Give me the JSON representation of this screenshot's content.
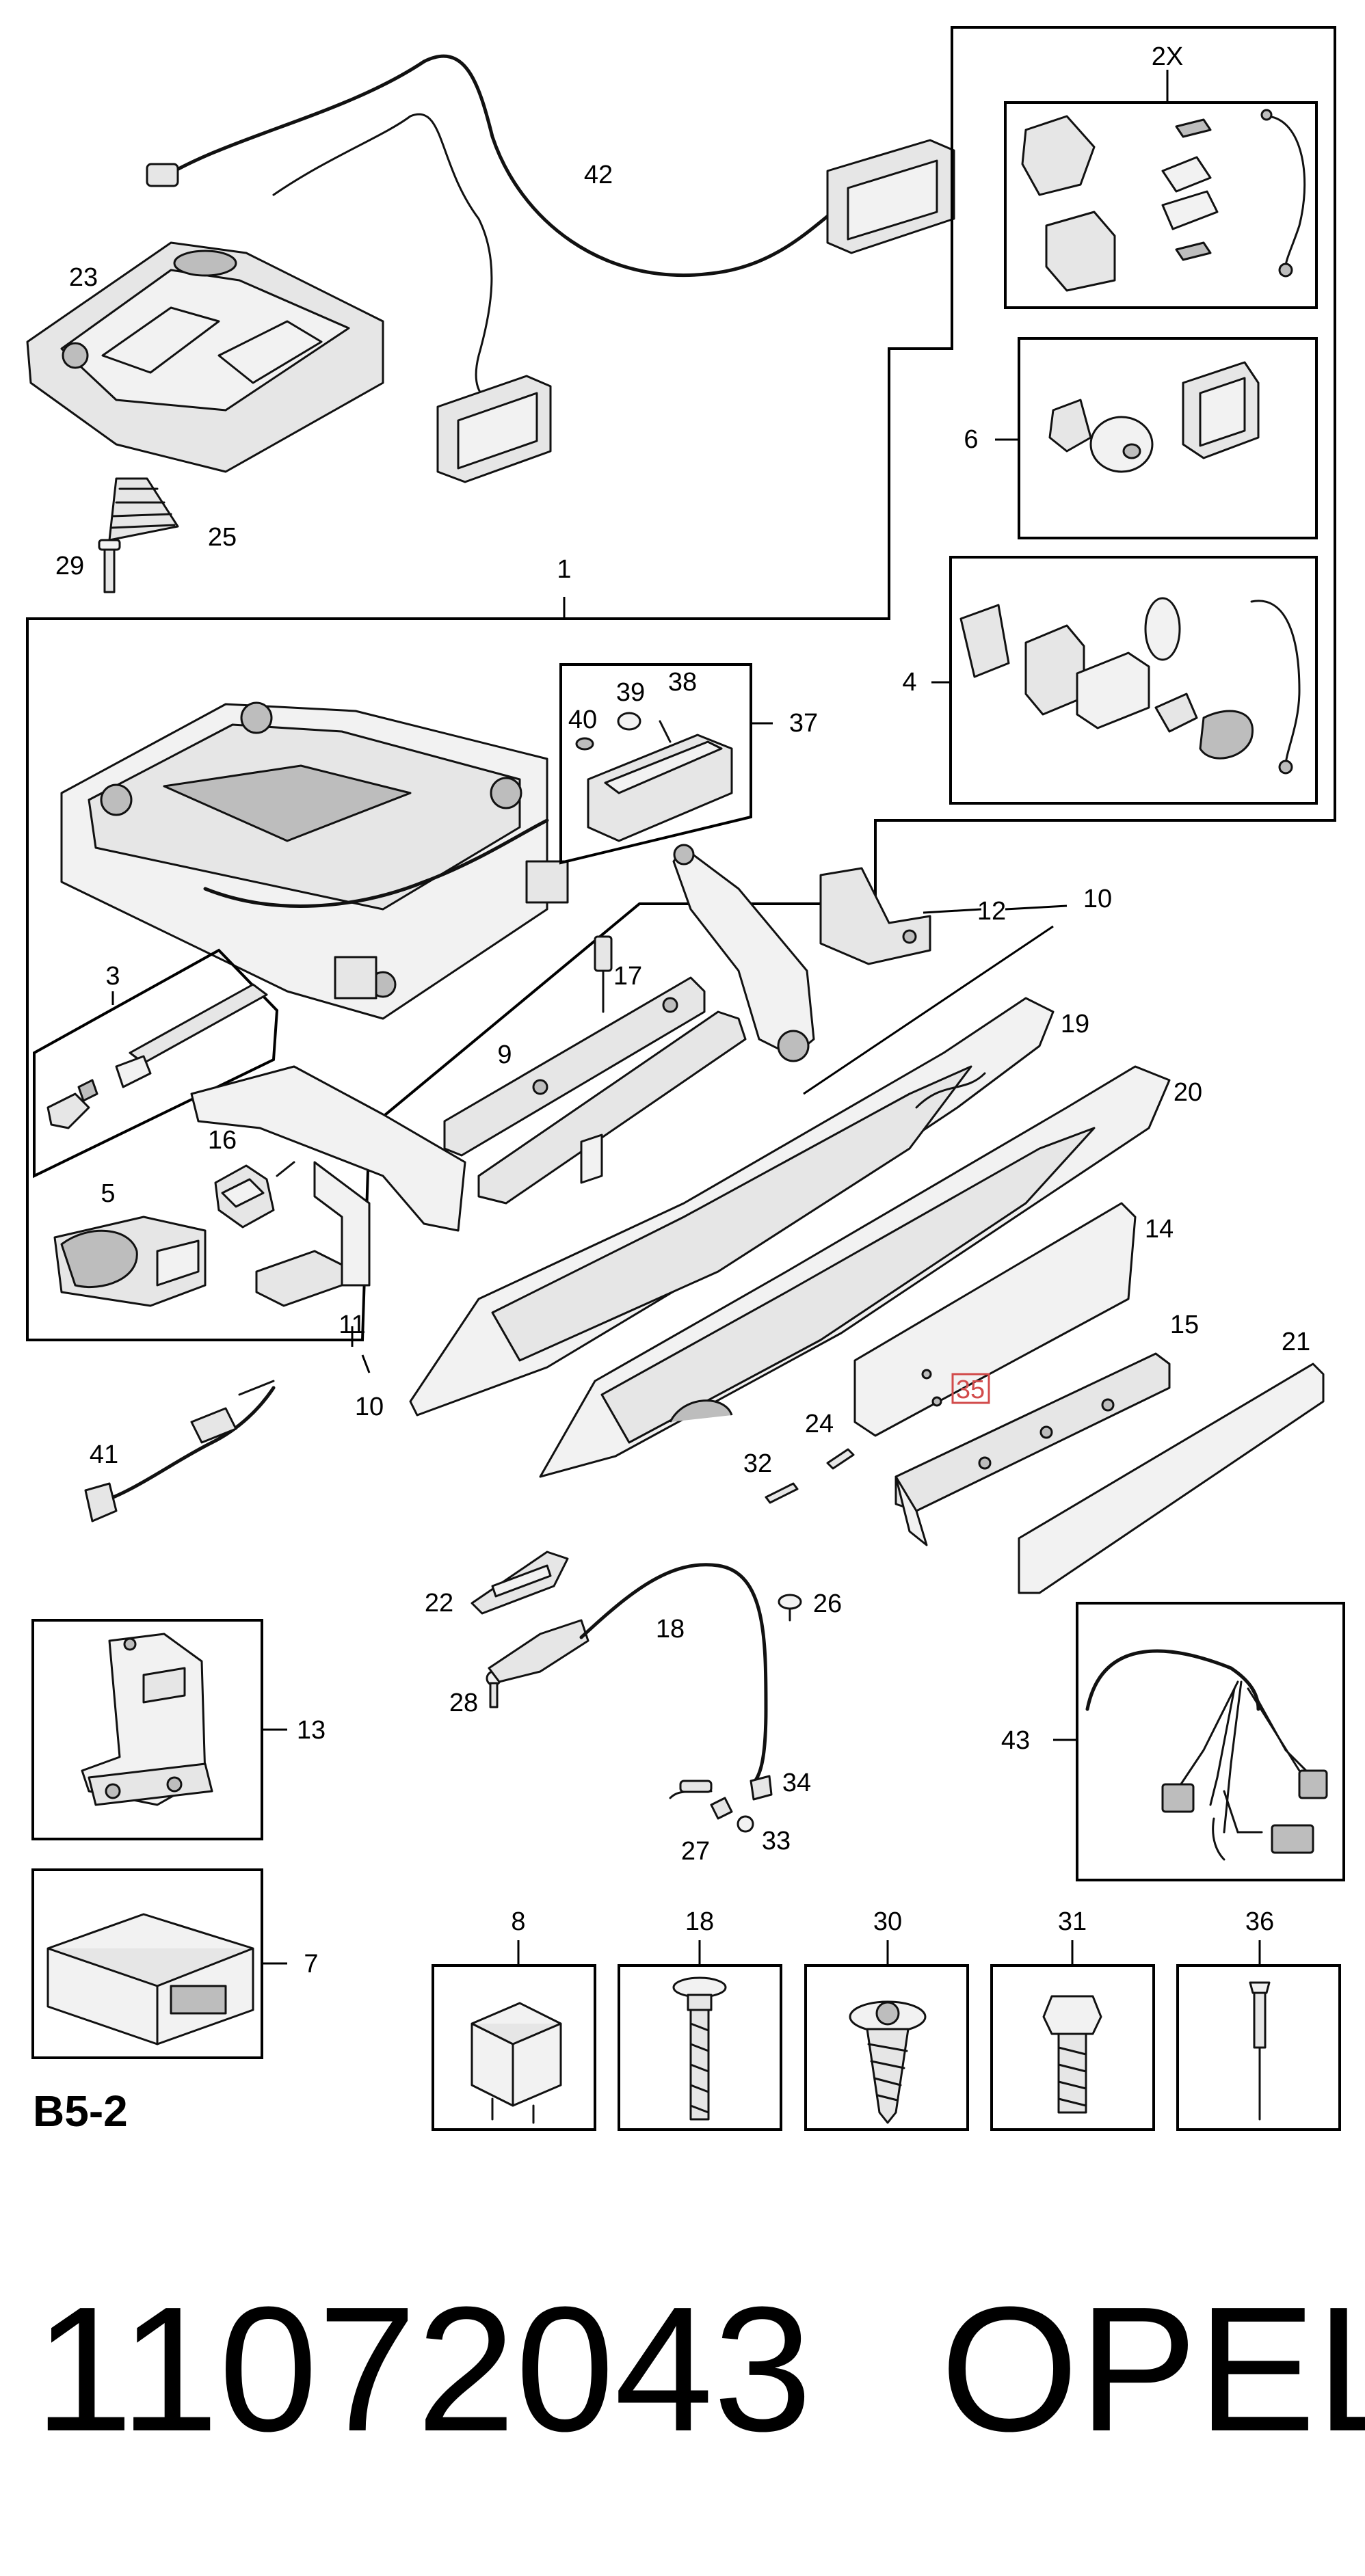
{
  "diagram": {
    "sheet_id": "B5-2",
    "callouts": {
      "c1": "1",
      "c2x": "2X",
      "c3": "3",
      "c4": "4",
      "c5": "5",
      "c6": "6",
      "c7": "7",
      "c8": "8",
      "c9": "9",
      "c10a": "10",
      "c10b": "10",
      "c11": "11",
      "c12": "12",
      "c13": "13",
      "c14": "14",
      "c15": "15",
      "c16": "16",
      "c17": "17",
      "c18a": "18",
      "c18b": "18",
      "c19": "19",
      "c20": "20",
      "c21": "21",
      "c22": "22",
      "c23": "23",
      "c24": "24",
      "c25": "25",
      "c26": "26",
      "c27": "27",
      "c28": "28",
      "c29": "29",
      "c30": "30",
      "c31": "31",
      "c32": "32",
      "c33": "33",
      "c34": "34",
      "c35": "35",
      "c36": "36",
      "c37": "37",
      "c38": "38",
      "c39": "39",
      "c40": "40",
      "c41": "41",
      "c42": "42",
      "c43": "43"
    },
    "highlighted_callout": "35",
    "highlight_color": "#d24b4b"
  },
  "footer": {
    "part_number": "11072043",
    "brand": "OPEL"
  }
}
